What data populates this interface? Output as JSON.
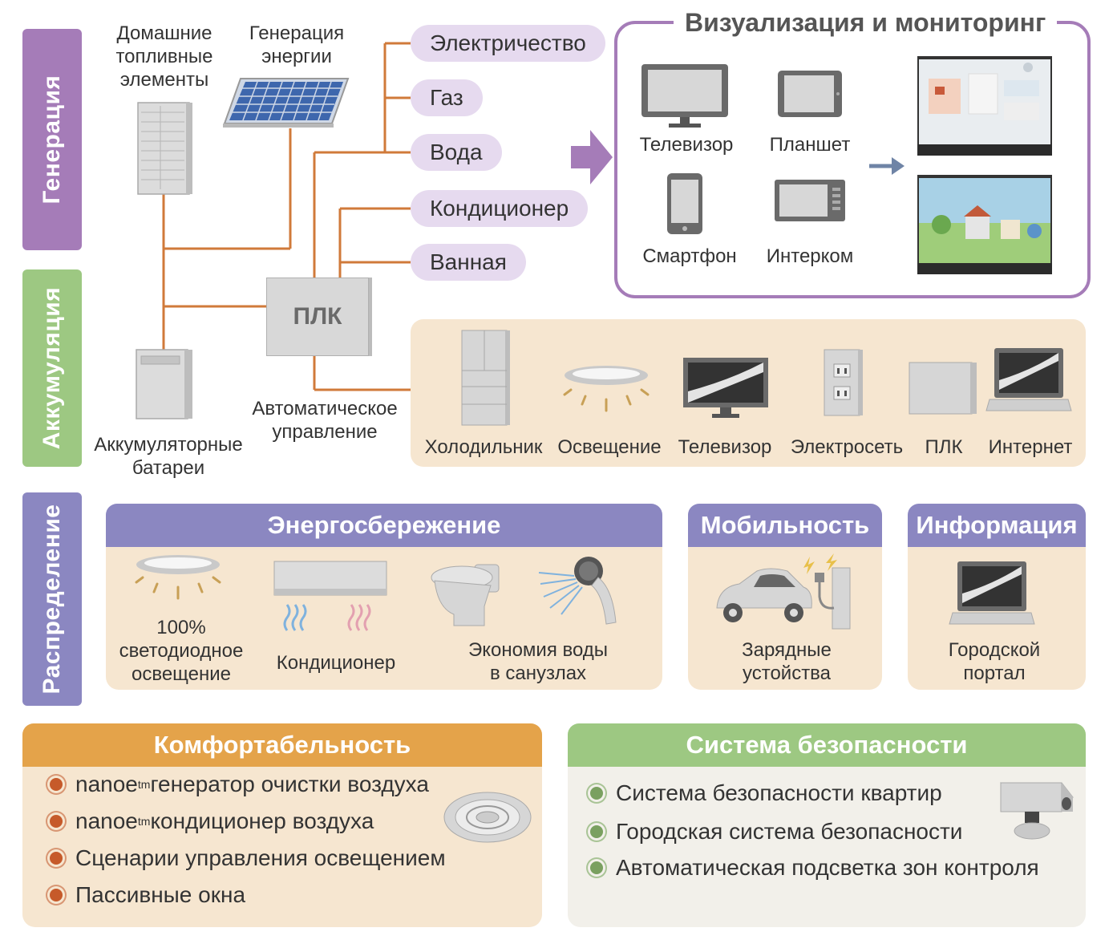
{
  "sidebar": {
    "generation": "Генерация",
    "accumulation": "Аккумуляция",
    "distribution": "Распределение"
  },
  "sources": {
    "fuel_cells": [
      "Домашние",
      "топливные",
      "элементы"
    ],
    "solar": [
      "Генерация",
      "энергии"
    ],
    "batteries": [
      "Аккумуляторные",
      "батареи"
    ],
    "plc": "ПЛК",
    "auto_control": [
      "Автоматическое",
      "управление"
    ]
  },
  "utilities": [
    "Электричество",
    "Газ",
    "Вода",
    "Кондиционер",
    "Ванная"
  ],
  "monitoring": {
    "title": "Визуализация и мониторинг",
    "devices": [
      "Телевизор",
      "Планшет",
      "Смартфон",
      "Интерком"
    ]
  },
  "appliances": [
    "Холодильник",
    "Освещение",
    "Телевизор",
    "Электросеть",
    "ПЛК",
    "Интернет"
  ],
  "energy_saving": {
    "title": "Энергосбережение",
    "led": [
      "100%",
      "светодиодное",
      "освещение"
    ],
    "ac": "Кондиционер",
    "water": [
      "Экономия воды",
      "в санузлах"
    ]
  },
  "mobility": {
    "title": "Мобильность",
    "label": [
      "Зарядные",
      "устойства"
    ]
  },
  "information": {
    "title": "Информация",
    "label": [
      "Городской",
      "портал"
    ]
  },
  "comfort": {
    "title": "Комфортабельность",
    "items": [
      {
        "pre": "nanoe",
        "sup": "tm",
        "post": " генератор очистки воздуха"
      },
      {
        "pre": "nanoe",
        "sup": "tm",
        "post": " кондиционер воздуха"
      },
      {
        "pre": "Сценарии управления освещением",
        "sup": "",
        "post": ""
      },
      {
        "pre": "Пассивные окна",
        "sup": "",
        "post": ""
      }
    ]
  },
  "security": {
    "title": "Система безопасности",
    "items": [
      "Система безопасности квартир",
      "Городская система безопасности",
      "Автоматическая подсветка зон контроля"
    ]
  },
  "colors": {
    "purple": "#a57cb8",
    "green": "#9dc882",
    "violet": "#8b87c1",
    "orange": "#e4a34a",
    "line": "#d07a3a",
    "panel": "#f6e6d0"
  }
}
